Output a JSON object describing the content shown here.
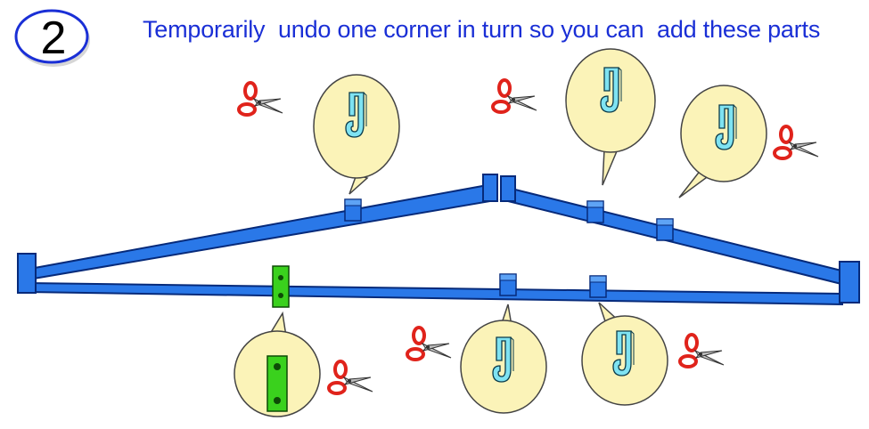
{
  "step": {
    "number": "2"
  },
  "instruction": {
    "text": "Temporarily  undo one corner in turn so you can  add these parts"
  },
  "colors": {
    "frame_blue": "#2a78e8",
    "frame_dark": "#062a7a",
    "clip_cyan": "#7fe3f2",
    "connector_green": "#3ad11d",
    "callout_fill": "#fbf3b8",
    "scissors_red": "#e0231b",
    "text_blue": "#1a2fd6"
  },
  "icons": [
    "scissors-icon",
    "hook-clip-part",
    "green-connector-part"
  ]
}
